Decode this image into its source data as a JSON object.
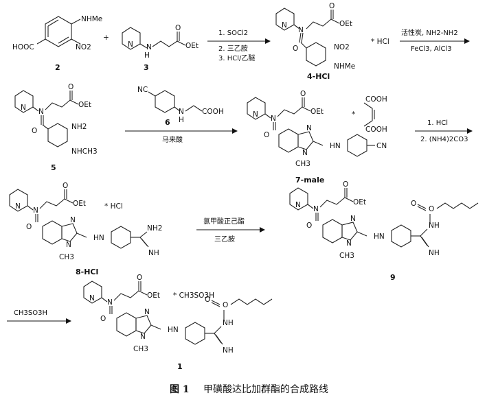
{
  "caption": {
    "figure": "图 1",
    "title": "甲磺酸达比加群酯的合成路线"
  },
  "compounds": {
    "c2": {
      "label": "2",
      "groups": [
        "NHMe",
        "HOOC",
        "NO2"
      ]
    },
    "c3": {
      "label": "3",
      "groups": [
        "N",
        "H",
        "N",
        "O",
        "OEt"
      ]
    },
    "c4": {
      "label": "4-HCl",
      "groups": [
        "N",
        "N",
        "OEt",
        "O",
        "O",
        "NO2",
        "NHMe"
      ],
      "salt": "* HCl"
    },
    "c5": {
      "label": "5",
      "groups": [
        "N",
        "N",
        "O",
        "OEt",
        "O",
        "NH2",
        "NHCH3"
      ]
    },
    "c6": {
      "label": "6",
      "groups": [
        "NC",
        "N",
        "H",
        "COOH"
      ]
    },
    "c7": {
      "label": "7-male",
      "groups": [
        "N",
        "N",
        "O",
        "OEt",
        "O",
        "N",
        "N",
        "HN",
        "CN",
        "CH3"
      ],
      "salt_groups": [
        "COOH",
        "COOH"
      ]
    },
    "c8": {
      "label": "8-HCl",
      "groups": [
        "N",
        "N",
        "O",
        "OEt",
        "O",
        "N",
        "N",
        "HN",
        "NH2",
        "NH",
        "CH3"
      ],
      "salt": "* HCl"
    },
    "c9": {
      "label": "9",
      "groups": [
        "N",
        "N",
        "O",
        "OEt",
        "O",
        "N",
        "N",
        "HN",
        "NH",
        "NH",
        "O",
        "O",
        "CH3"
      ]
    },
    "c1": {
      "label": "1",
      "groups": [
        "N",
        "N",
        "O",
        "OEt",
        "O",
        "N",
        "N",
        "HN",
        "NH",
        "NH",
        "O",
        "O",
        "CH3"
      ],
      "salt": "* CH3SO3H"
    }
  },
  "plus": "+",
  "arrows": {
    "a1": {
      "above": "1. SOCl2",
      "below": [
        "2. 三乙胺",
        "3. HCl/乙醚"
      ]
    },
    "a2": {
      "above": "活性炭, NH2-NH2",
      "below": [
        "FeCl3, AlCl3"
      ]
    },
    "a3": {
      "above": "",
      "below": [
        "马来酸"
      ]
    },
    "a4": {
      "above": "1. HCl",
      "below": [
        "2. (NH4)2CO3"
      ]
    },
    "a5": {
      "above": "氯甲酸正己酯",
      "below": [
        "三乙胺"
      ]
    },
    "a6": {
      "above": "CH3SO3H",
      "below": []
    }
  }
}
